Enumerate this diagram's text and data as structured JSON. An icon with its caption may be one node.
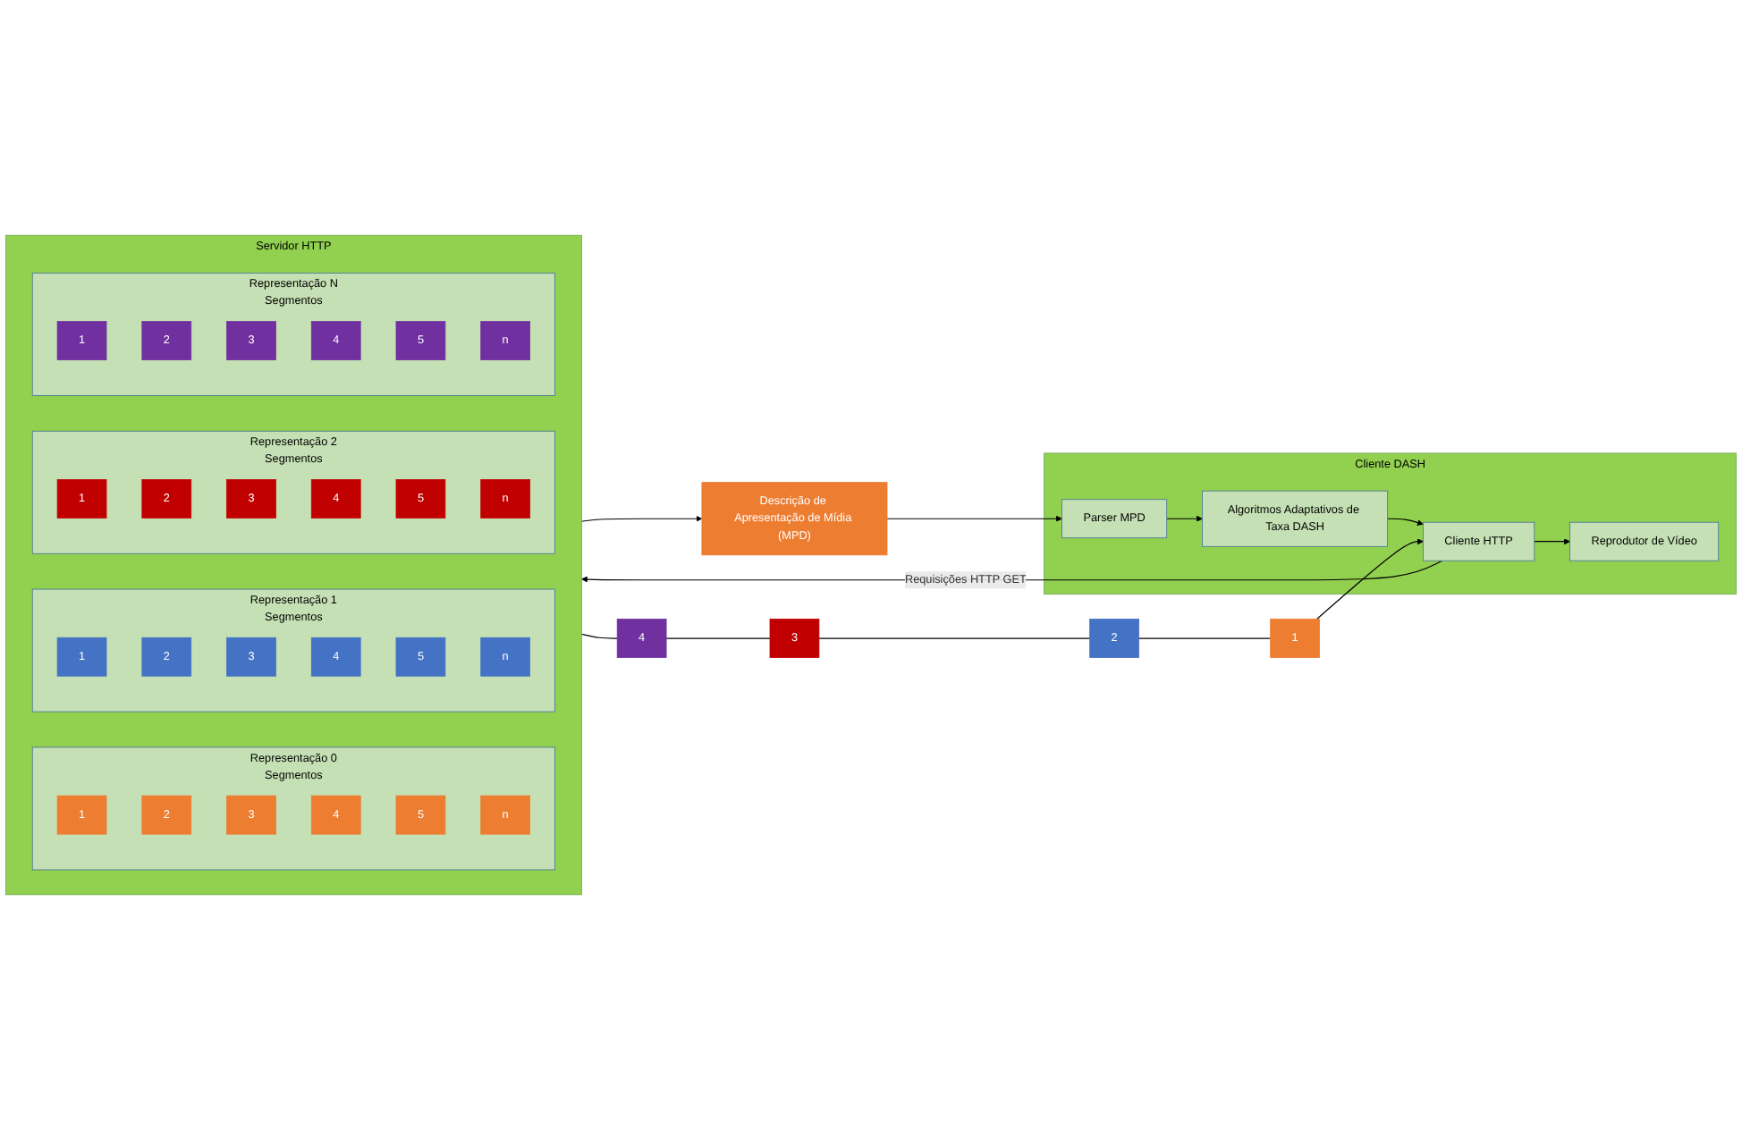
{
  "diagram": {
    "nodes": [
      {
        "text": [
          "Servidor HTTP"
        ]
      },
      {
        "text": [
          "Representação 0",
          "Segmentos"
        ],
        "in": 0
      },
      {
        "text": [
          "1"
        ],
        "in": 1
      },
      {
        "text": [
          "2"
        ],
        "in": 1
      },
      {
        "text": [
          "3"
        ],
        "in": 1
      },
      {
        "text": [
          "4"
        ],
        "in": 1
      },
      {
        "text": [
          "5"
        ],
        "in": 1
      },
      {
        "text": [
          "n"
        ],
        "in": 1
      },
      {
        "text": [
          "Representação 1",
          "Segmentos"
        ],
        "in": 0
      },
      {
        "text": [
          "1"
        ],
        "in": 8
      },
      {
        "text": [
          "2"
        ],
        "in": 8
      },
      {
        "text": [
          "3"
        ],
        "in": 8
      },
      {
        "text": [
          "4"
        ],
        "in": 8
      },
      {
        "text": [
          "5"
        ],
        "in": 8
      },
      {
        "text": [
          "n"
        ],
        "in": 8
      },
      {
        "text": [
          "Representação 2",
          "Segmentos"
        ],
        "in": 0
      },
      {
        "text": [
          "1"
        ],
        "in": 15
      },
      {
        "text": [
          "2"
        ],
        "in": 15
      },
      {
        "text": [
          "3"
        ],
        "in": 15
      },
      {
        "text": [
          "4"
        ],
        "in": 15
      },
      {
        "text": [
          "5"
        ],
        "in": 15
      },
      {
        "text": [
          "n"
        ],
        "in": 15
      },
      {
        "text": [
          "Representação N",
          "Segmentos"
        ],
        "in": 0
      },
      {
        "text": [
          "1"
        ],
        "in": 22
      },
      {
        "text": [
          "2"
        ],
        "in": 22
      },
      {
        "text": [
          "3"
        ],
        "in": 22
      },
      {
        "text": [
          "4"
        ],
        "in": 22
      },
      {
        "text": [
          "5"
        ],
        "in": 22
      },
      {
        "text": [
          "n"
        ],
        "in": 22
      },
      {
        "text": [
          "Descrição de Apresentação de Mídia (MPD)"
        ]
      },
      {
        "text": [
          "Cliente DASH"
        ]
      },
      {
        "text": [
          "Parser MPD"
        ],
        "in": 30
      },
      {
        "text": [
          "Algoritmos Adaptativos de Taxa DASH"
        ],
        "in": 30
      },
      {
        "text": [
          "Cliente HTTP"
        ],
        "in": 30
      },
      {
        "text": [
          "Reprodutor de Vídeo"
        ],
        "in": 30
      },
      {
        "text": [
          "4"
        ]
      },
      {
        "text": [
          "3"
        ]
      },
      {
        "text": [
          "2"
        ]
      },
      {
        "text": [
          "1"
        ]
      }
    ],
    "edges": [
      {
        "from": 0,
        "to": 29,
        "arrow": "to"
      },
      {
        "from": 29,
        "to": 31,
        "arrow": "to"
      },
      {
        "from": 31,
        "to": 32,
        "arrow": "to"
      },
      {
        "from": 32,
        "to": 33,
        "arrow": "to"
      },
      {
        "from": 33,
        "to": 34,
        "arrow": "to"
      },
      {
        "from": 33,
        "to": 0,
        "arrow": "to",
        "label": "Requisições HTTP GET"
      },
      {
        "from": 0,
        "to": 35,
        "arrow": "none"
      },
      {
        "from": 35,
        "to": 36,
        "arrow": "none"
      },
      {
        "from": 36,
        "to": 37,
        "arrow": "none"
      },
      {
        "from": 37,
        "to": 38,
        "arrow": "none"
      },
      {
        "from": 38,
        "to": 33,
        "arrow": "to"
      }
    ]
  }
}
